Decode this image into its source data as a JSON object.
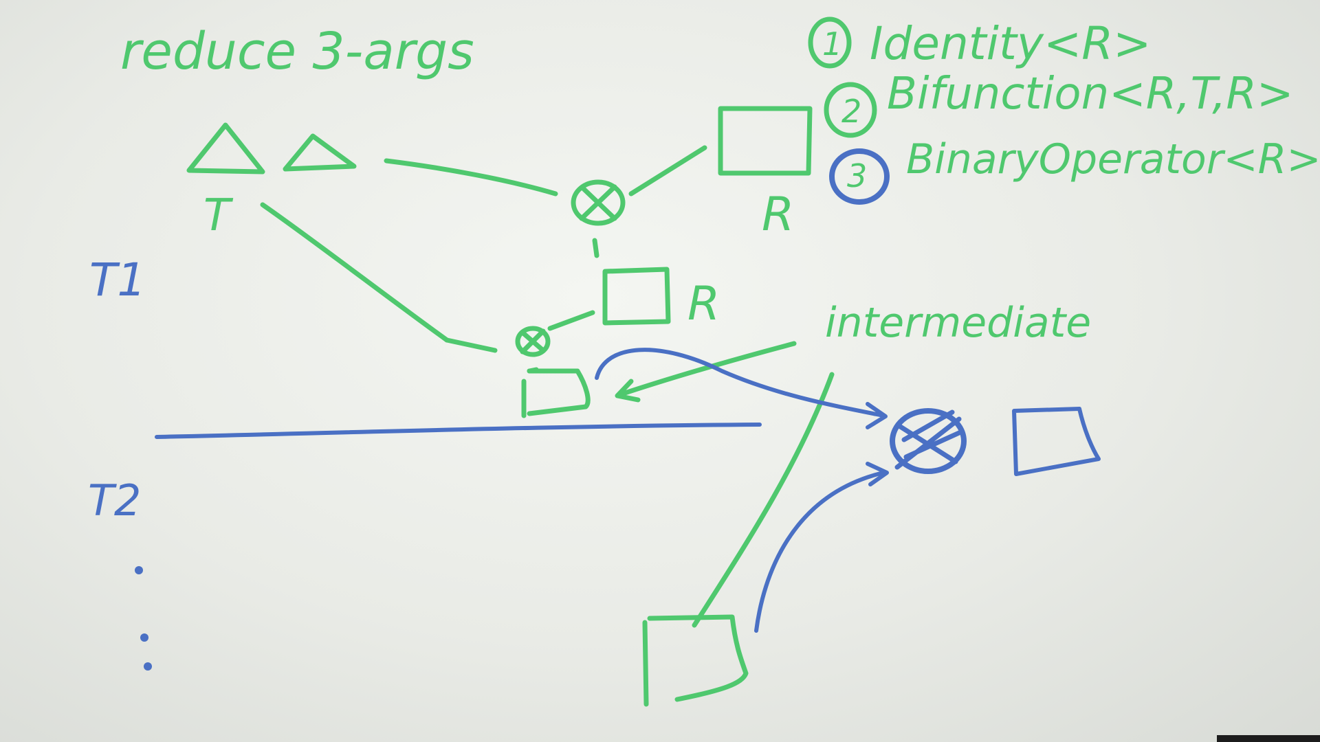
{
  "board": {
    "title": "reduce 3-args",
    "items": [
      {
        "num": "1",
        "text": "Identity<R>"
      },
      {
        "num": "2",
        "text": "Bifunction<R,T,R>"
      },
      {
        "num": "3",
        "text": "BinaryOperator<R>"
      }
    ],
    "labels": {
      "t": "T",
      "r_top": "R",
      "r_mid": "R",
      "intermediate": "intermediate",
      "thread1": "T1",
      "thread2": "T2",
      "ellipsis": "⋮"
    },
    "colors": {
      "green": "#4fc86e",
      "blue": "#4a70c4"
    }
  }
}
